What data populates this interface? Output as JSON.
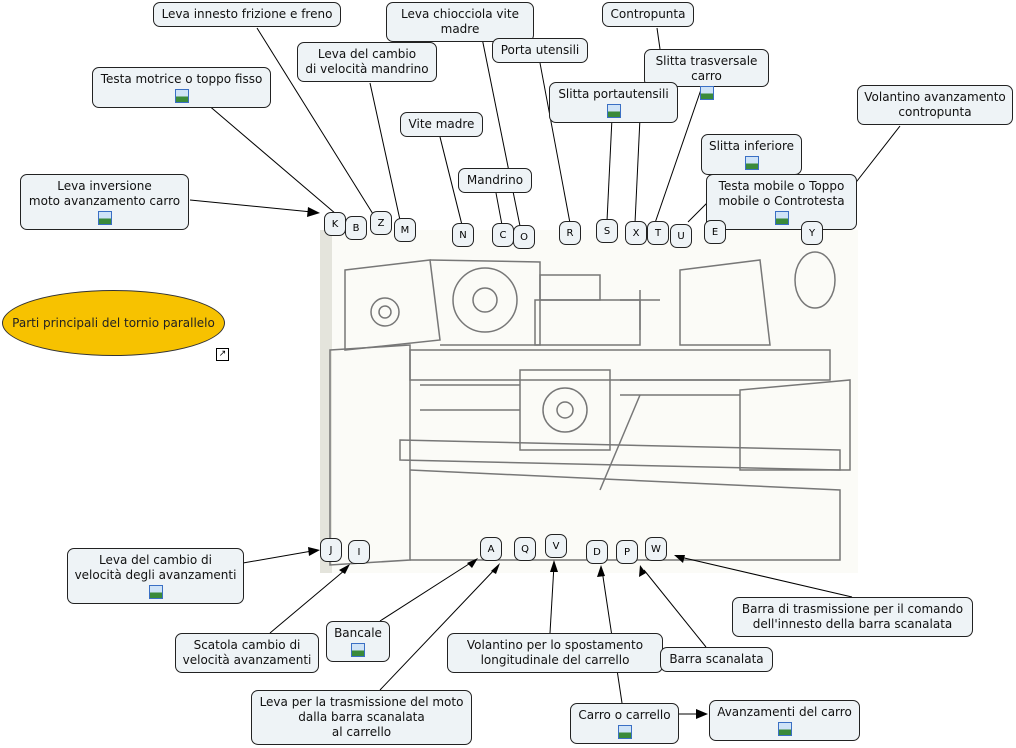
{
  "title": "Parti principali del tornio parallelo",
  "colors": {
    "node_bg": "#eef3f6",
    "root_bg": "#f7c200",
    "line": "#000000"
  },
  "concepts": [
    "Leva innesto frizione e freno",
    "Leva chiocciola vite madre",
    "Contropunta",
    "Leva del cambio\ndi velocità mandrino",
    "Porta utensili",
    "Slitta trasversale carro",
    "Testa motrice o toppo fisso",
    "Slitta portautensili",
    "Volantino avanzamento\ncontropunta",
    "Vite madre",
    "Slitta inferiore",
    "Mandrino",
    "Leva inversione\nmoto avanzamento carro",
    "Testa mobile o Toppo\nmobile o Controtesta",
    "Leva del cambio di\nvelocità degli avanzamenti",
    "Scatola cambio di\nvelocità avanzamenti",
    "Bancale",
    "Volantino per lo spostamento\nlongitudinale del carrello",
    "Barra scanalata",
    "Barra di trasmissione per il comando\ndell'innesto della barra scanalata",
    "Leva per la trasmissione del moto\ndalla barra scanalata\nal carrello",
    "Carro o carrello",
    "Avanzamenti del carro"
  ],
  "letters_top": [
    "K",
    "B",
    "Z",
    "M",
    "N",
    "C",
    "O",
    "R",
    "S",
    "X",
    "T",
    "U",
    "E",
    "Y"
  ],
  "letters_bottom": [
    "J",
    "I",
    "A",
    "Q",
    "V",
    "D",
    "P",
    "W"
  ],
  "icons": {
    "image": "image-resource-icon",
    "link": "external-link-icon"
  }
}
